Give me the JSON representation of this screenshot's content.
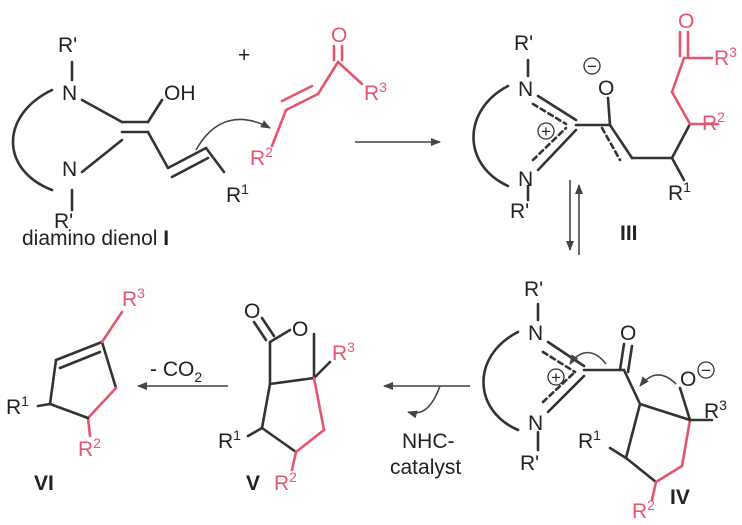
{
  "atoms": {
    "r_prime": "R'",
    "n": "N",
    "oh": "OH",
    "o": "O",
    "r": "R",
    "sup1": "1",
    "sup2": "2",
    "sup3": "3",
    "plus_sign": "+",
    "minus_sign": "−",
    "co2_prefix": "- CO",
    "co2_sub": "2"
  },
  "labels": {
    "diamino_dienol": "diamino dienol ",
    "compound_I": "I",
    "compound_III": "III",
    "compound_IV": "IV",
    "compound_V": "V",
    "compound_VI": "VI",
    "nhc_line1": "NHC-",
    "nhc_line2": "catalyst"
  },
  "colors": {
    "highlight": "#e4566e",
    "bond": "#333333"
  }
}
